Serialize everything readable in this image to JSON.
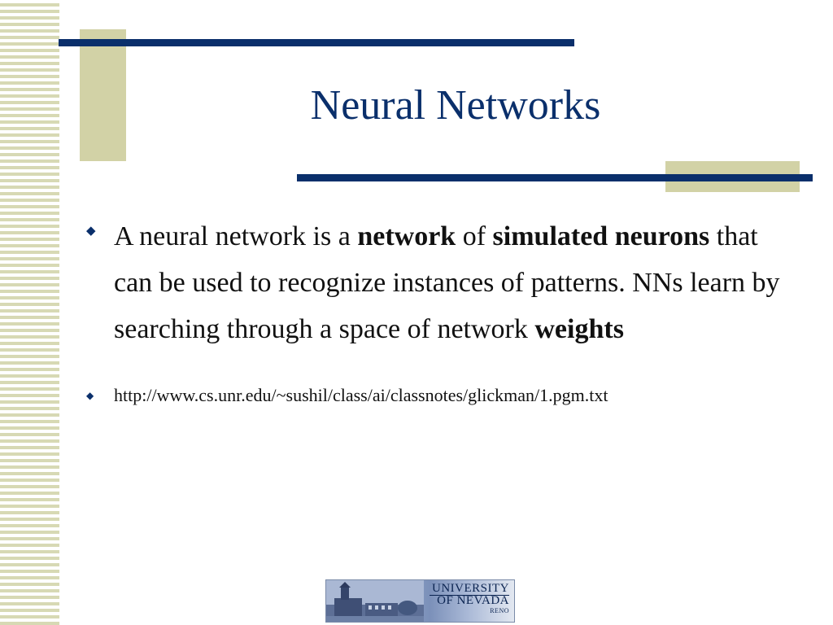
{
  "slide": {
    "title": "Neural Networks",
    "bullets": [
      {
        "segments": [
          {
            "text": "A neural network is a ",
            "bold": false
          },
          {
            "text": "network",
            "bold": true
          },
          {
            "text": " of ",
            "bold": false
          },
          {
            "text": "simulated neurons",
            "bold": true
          },
          {
            "text": " that can be used to recognize instances of patterns. NNs learn by searching through a space of network ",
            "bold": false
          },
          {
            "text": "weights",
            "bold": true
          }
        ]
      },
      {
        "link": "http://www.cs.unr.edu/~sushil/class/ai/classnotes/glickman/1.pgm.txt"
      }
    ],
    "bullet_marker": "◆"
  },
  "logo": {
    "line1": "UNIVERSITY",
    "line2": "OF NEVADA",
    "line3": "RENO"
  },
  "colors": {
    "accent_navy": "#0a2f6b",
    "accent_tan": "#d2d2a6",
    "stripe_tan": "#d7d9b4"
  }
}
